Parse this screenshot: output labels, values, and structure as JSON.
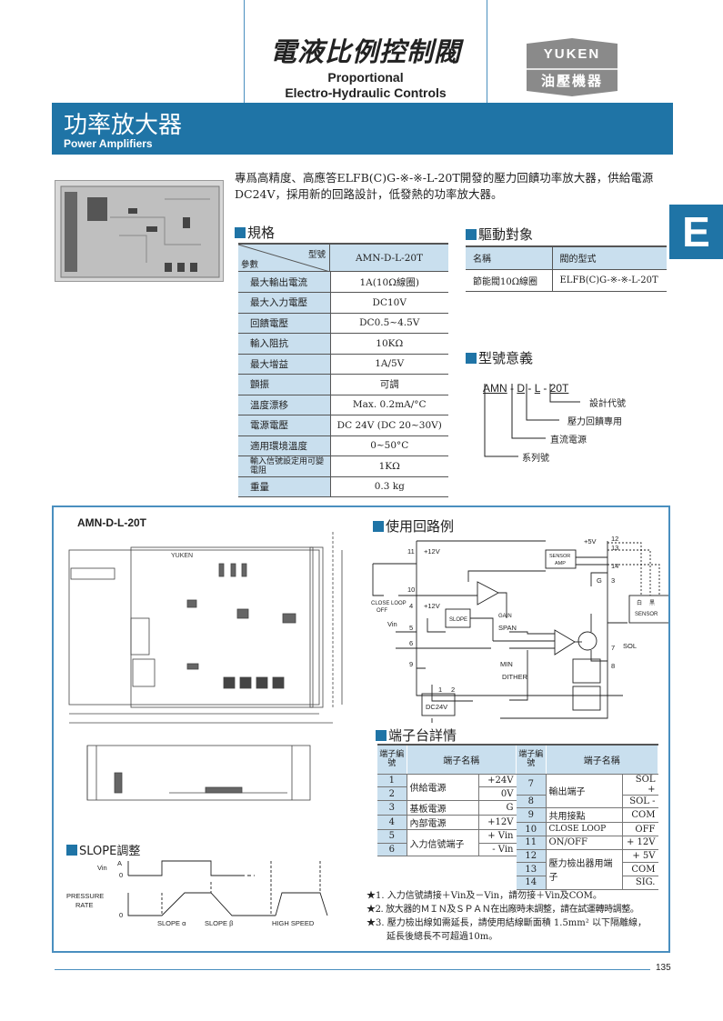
{
  "header": {
    "title_zh": "電液比例控制閥",
    "title_en_1": "Proportional",
    "title_en_2": "Electro-Hydraulic Controls",
    "logo_brand": "YUKEN",
    "logo_zh": "油壓機器"
  },
  "banner": {
    "title_zh": "功率放大器",
    "title_en": "Power Amplifiers"
  },
  "section_tab": "E",
  "description": "專爲高精度、高應答ELFB(C)G-※-※-L-20T開發的壓力回饋功率放大器，供給電源DC24V，採用新的回路設計，低發熱的功率放大器。",
  "spec": {
    "heading": "規格",
    "corner_param": "參數",
    "corner_model": "型號",
    "model": "AMN-D-L-20T",
    "rows": [
      {
        "k": "最大輸出電流",
        "v": "1A(10Ω線圈)"
      },
      {
        "k": "最大入力電壓",
        "v": "DC10V"
      },
      {
        "k": "回饋電壓",
        "v": "DC0.5~4.5V"
      },
      {
        "k": "輸入阻抗",
        "v": "10KΩ"
      },
      {
        "k": "最大增益",
        "v": "1A/5V"
      },
      {
        "k": "顫振",
        "v": "可調"
      },
      {
        "k": "溫度漂移",
        "v": "Max. 0.2mA/°C"
      },
      {
        "k": "電源電壓",
        "v": "DC 24V (DC 20~30V)"
      },
      {
        "k": "適用環境溫度",
        "v": "0~50°C"
      },
      {
        "k": "輸入信號設定用可變電阻",
        "v": "1KΩ"
      },
      {
        "k": "重量",
        "v": "0.3 kg"
      }
    ]
  },
  "drive": {
    "heading": "驅動對象",
    "col1": "名稱",
    "col2": "閥的型式",
    "name": "節能閥10Ω線圈",
    "valve": "ELFB(C)G-※-※-L-20T"
  },
  "model_code": {
    "heading": "型號意義",
    "p1": "AMN",
    "p2": "D",
    "p3": "L",
    "p4": "20T",
    "sep": "-",
    "l4": "設計代號",
    "l3": "壓力回饋專用",
    "l2": "直流電源",
    "l1": "系列號"
  },
  "drawing": {
    "label": "AMN-D-L-20T",
    "board_brand": "YUKEN"
  },
  "circuit": {
    "heading": "使用回路例",
    "t11": "11",
    "p12v_a": "+12V",
    "t10": "10",
    "t4": "4",
    "p12v_b": "+12V",
    "close_loop": "CLOSE LOOP",
    "off": "OFF",
    "slope": "SLOPE",
    "t5": "5",
    "vin": "Vin",
    "t6": "6",
    "t9": "9",
    "span": "SPAN",
    "min": "MIN",
    "dither": "DITHER",
    "gain": "GAIN",
    "sensor_amp_1": "SENSOR",
    "sensor_amp_2": "AMP",
    "p5v": "+5V",
    "t12": "12",
    "t13": "13",
    "t14": "14",
    "g": "G",
    "t3": "3",
    "t7": "7",
    "t8": "8",
    "sol": "SOL",
    "sensor": "SENSOR",
    "white": "白",
    "black": "黑",
    "t1": "1",
    "t2": "2",
    "dc24v": "DC24V"
  },
  "terminal": {
    "heading": "端子台詳情",
    "col_no": "端子編號",
    "col_name": "端子名稱",
    "left": [
      {
        "n": "1",
        "name": "供給電源",
        "v": "+24V"
      },
      {
        "n": "2",
        "v": "0V"
      },
      {
        "n": "3",
        "name": "基板電源",
        "v": "G"
      },
      {
        "n": "4",
        "name": "內部電源",
        "v": "+12V"
      },
      {
        "n": "5",
        "name": "入力信號端子",
        "v": "+ Vin"
      },
      {
        "n": "6",
        "v": "- Vin"
      }
    ],
    "right": [
      {
        "n": "7",
        "name": "輸出端子",
        "v": "SOL +"
      },
      {
        "n": "8",
        "v": "SOL -"
      },
      {
        "n": "9",
        "name": "共用接點",
        "v": "COM"
      },
      {
        "n": "10",
        "name": "CLOSE LOOP",
        "v": "OFF"
      },
      {
        "n": "11",
        "name": "ON/OFF",
        "v": "+ 12V"
      },
      {
        "n": "12",
        "name": "壓力檢出器用端子",
        "v": "+ 5V"
      },
      {
        "n": "13",
        "v": "COM"
      },
      {
        "n": "14",
        "v": "SIG."
      }
    ]
  },
  "slope": {
    "heading": "SLOPE調整",
    "a": "A",
    "vin": "Vin",
    "zero": "0",
    "pressure": "PRESSURE",
    "rate": "RATE",
    "alpha": "SLOPE α",
    "beta": "SLOPE β",
    "high": "HIGH SPEED"
  },
  "notes": [
    "★1. 入力信號請接＋Vin及－Vin，請勿接＋Vin及COM。",
    "★2. 放大器的ＭＩＮ及ＳＰＡＮ在出廠時未調整，請在試運轉時調整。",
    "★3. 壓力檢出線如需延長，請使用結線斷面積 1.5mm² 以下隔離線，",
    "延長後總長不可超過10m。"
  ],
  "page_number": "135",
  "colors": {
    "brand_blue": "#1f74a6",
    "table_blue": "#c9dfee",
    "logo_gray": "#8a8a8a"
  }
}
